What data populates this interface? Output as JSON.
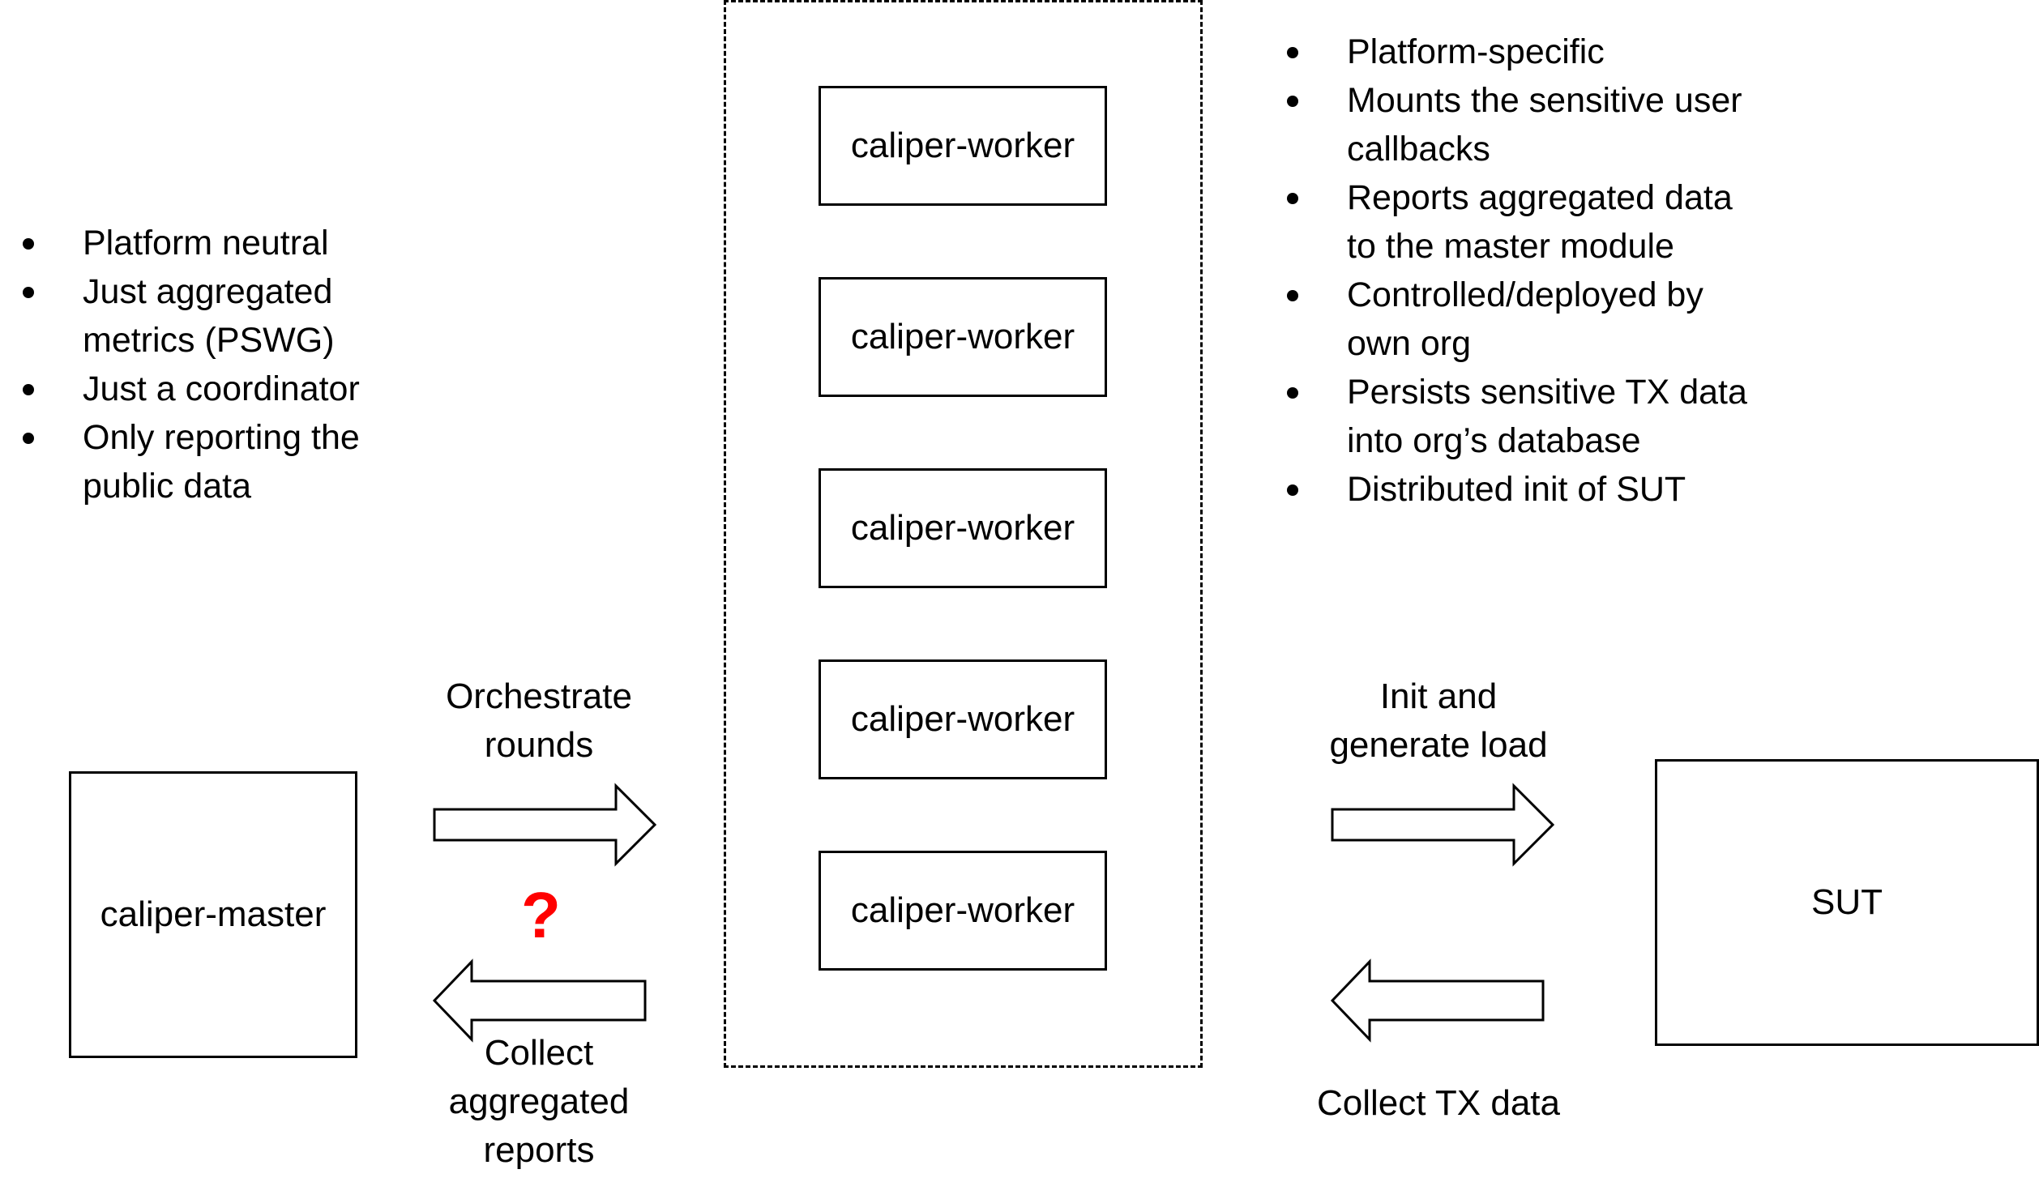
{
  "master": {
    "label": "caliper-master"
  },
  "workers": [
    {
      "label": "caliper-worker"
    },
    {
      "label": "caliper-worker"
    },
    {
      "label": "caliper-worker"
    },
    {
      "label": "caliper-worker"
    },
    {
      "label": "caliper-worker"
    }
  ],
  "sut": {
    "label": "SUT"
  },
  "master_notes": [
    "Platform neutral",
    "Just aggregated metrics (PSWG)",
    "Just a coordinator",
    "Only reporting the public data"
  ],
  "worker_notes": [
    "Platform-specific",
    "Mounts the sensitive user callbacks",
    "Reports aggregated data to the master module",
    "Controlled/deployed by own org",
    "Persists sensitive TX data into org’s database",
    "Distributed init of SUT"
  ],
  "arrows": {
    "orchestrate_line1": "Orchestrate",
    "orchestrate_line2": "rounds",
    "collect_reports_line1": "Collect",
    "collect_reports_line2": "aggregated",
    "collect_reports_line3": "reports",
    "init_line1": "Init and",
    "init_line2": "generate load",
    "collect_tx": "Collect TX data"
  },
  "question_mark": "?"
}
